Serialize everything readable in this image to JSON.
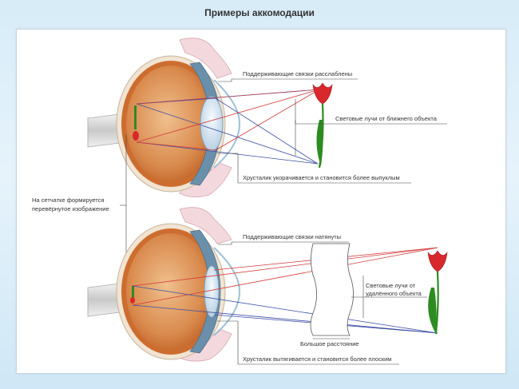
{
  "title": "Примеры аккомодации",
  "labels": {
    "ligaments_relaxed": "Поддерживающие связки расслаблены",
    "rays_near": "Световые лучи от ближнего объекта",
    "lens_thicker": "Хрусталик укорачивается и становится более выпуклым",
    "retina_line1": "На      сетчатке      формируется",
    "retina_line2": "перевёрнутое изображение",
    "ligaments_tight": "Поддерживающие связки натянуты",
    "rays_far_line1": "Световые лучи от",
    "rays_far_line2": "удалённого объекта",
    "big_distance": "Большое расстояние",
    "lens_flatter": "Хрусталик вытягивается и становится более плоским"
  },
  "colors": {
    "sclera": "#f1e4d2",
    "choroid": "#cc6d2f",
    "vitreous": "#e3a470",
    "iris": "#6a8faa",
    "lens": "#d9e7f2",
    "ray_red": "#d33a3a",
    "ray_blue": "#3b4fa6",
    "tulip_red": "#d9282c",
    "stem_green": "#2e8b22"
  }
}
